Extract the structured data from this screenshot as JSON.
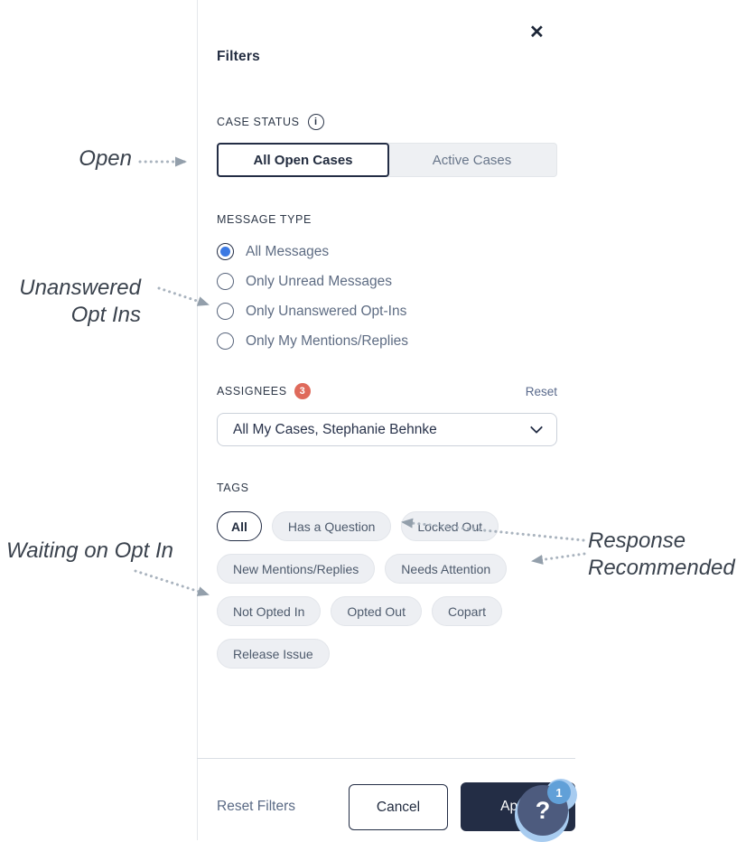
{
  "panel": {
    "title": "Filters",
    "close_glyph": "✕",
    "case_status": {
      "label": "CASE STATUS",
      "info_glyph": "i",
      "options": [
        "All Open Cases",
        "Active Cases"
      ],
      "selected": "All Open Cases"
    },
    "message_type": {
      "label": "MESSAGE TYPE",
      "options": [
        "All Messages",
        "Only Unread Messages",
        "Only Unanswered Opt-Ins",
        "Only My Mentions/Replies"
      ],
      "selected": "All Messages"
    },
    "assignees": {
      "label": "ASSIGNEES",
      "count_badge": "3",
      "reset_label": "Reset",
      "dropdown_value": "All My Cases, Stephanie Behnke"
    },
    "tags": {
      "label": "TAGS",
      "items": [
        "All",
        "Has a Question",
        "Locked Out",
        "New Mentions/Replies",
        "Needs Attention",
        "Not Opted In",
        "Opted Out",
        "Copart",
        "Release Issue"
      ],
      "selected": "All"
    },
    "footer": {
      "reset_label": "Reset Filters",
      "cancel_label": "Cancel",
      "apply_label": "Apply"
    }
  },
  "annotations": {
    "open": "Open",
    "unanswered_line1": "Unanswered",
    "unanswered_line2": "Opt Ins",
    "waiting": "Waiting on Opt In",
    "response_line1": "Response",
    "response_line2": "Recommended"
  },
  "help_widget": {
    "icon_glyph": "?",
    "badge_count": "1"
  },
  "colors": {
    "navy": "#232d45",
    "radio_blue": "#3b79e3",
    "badge_red": "#df6a5b",
    "help_circle": "#4d5b7e",
    "help_badge_blue": "#61a0d8",
    "help_halo_blue": "#a8ccf0",
    "pill_bg": "#edeff3",
    "muted_text": "#5e6c83"
  }
}
